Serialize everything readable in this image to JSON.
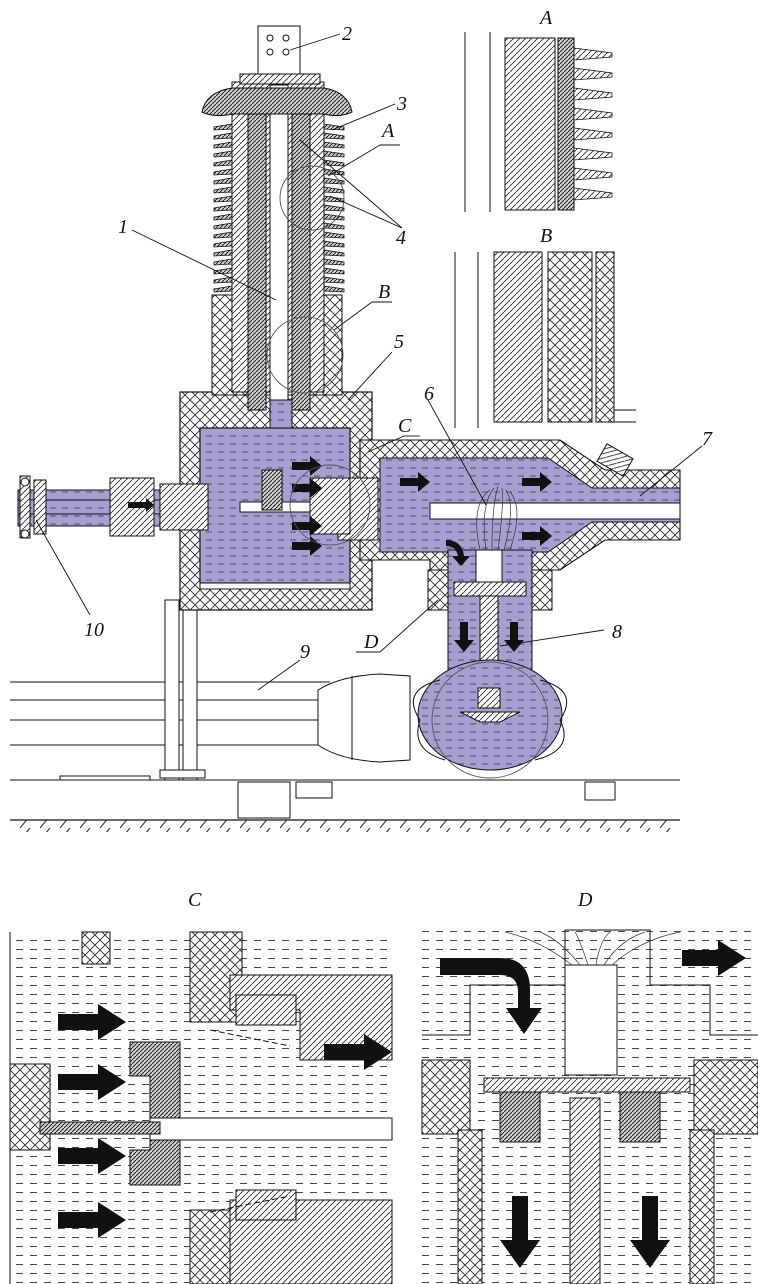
{
  "main_view": {
    "callouts": [
      "1",
      "2",
      "3",
      "4",
      "5",
      "6",
      "7",
      "8",
      "9",
      "10"
    ],
    "detail_markers": [
      "A",
      "A",
      "B",
      "B",
      "C",
      "D"
    ]
  },
  "inset_a": {
    "title": "A"
  },
  "inset_b": {
    "title": "B"
  },
  "detail_c": {
    "title": "C"
  },
  "detail_d": {
    "title": "D"
  },
  "colors": {
    "fluid": "#9a8fc4",
    "line": "#111111",
    "background": "#ffffff"
  }
}
